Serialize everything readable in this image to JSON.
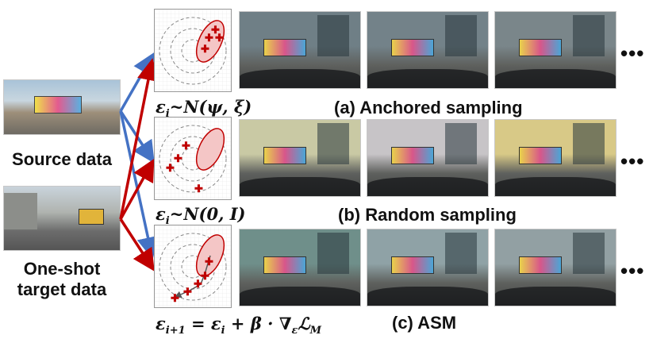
{
  "inputs": {
    "source_label": "Source data",
    "target_label": "One-shot\ntarget data"
  },
  "rows": [
    {
      "formula_html": "ε<sub>i</sub>~N(ψ, ξ)",
      "caption": "(a) Anchored sampling",
      "tints": [
        "#6f7f86",
        "#738289",
        "#7a868a"
      ]
    },
    {
      "formula_html": "ε<sub>i</sub>~N(0, I)",
      "caption": "(b) Random sampling",
      "tints": [
        "#c9c9a4",
        "#c7c4c7",
        "#d8c987"
      ]
    },
    {
      "formula_html": "ε<sub>i+1</sub> = ε<sub>i</sub> + β · ∇<sub>ε</sub>ℒ<sub>M</sub>",
      "caption": "(c) ASM",
      "tints": [
        "#6f8f8a",
        "#8fa2a6",
        "#92a0a3"
      ]
    }
  ],
  "ellipsis": "•••",
  "colors": {
    "arrow_blue": "#4472c4",
    "arrow_red": "#c00000",
    "dist_fill": "#f4c6c6",
    "dist_stroke": "#c00000",
    "marker": "#c00000"
  }
}
